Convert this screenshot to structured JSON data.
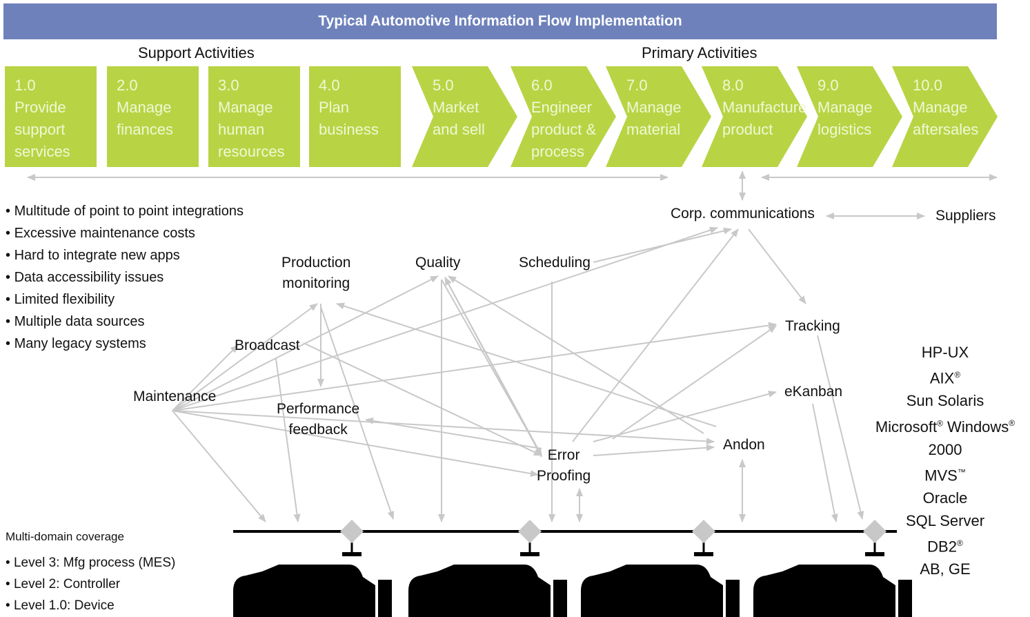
{
  "title": "Typical Automotive Information Flow Implementation",
  "support_label": "Support Activities",
  "primary_label": "Primary Activities",
  "activities": [
    {
      "num": "1.0",
      "text": "Provide\nsupport\nservices"
    },
    {
      "num": "2.0",
      "text": "Manage\nfinances"
    },
    {
      "num": "3.0",
      "text": "Manage\nhuman\nresources"
    },
    {
      "num": "4.0",
      "text": "Plan\nbusiness"
    },
    {
      "num": "5.0",
      "text": "Market\nand sell"
    },
    {
      "num": "6.0",
      "text": "Engineer\nproduct &\nprocess"
    },
    {
      "num": "7.0",
      "text": "Manage\nmaterial"
    },
    {
      "num": "8.0",
      "text": "Manufacture\nproduct"
    },
    {
      "num": "9.0",
      "text": "Manage\nlogistics"
    },
    {
      "num": "10.0",
      "text": "Manage\naftersales"
    }
  ],
  "issues": [
    "Multitude of point to point integrations",
    "Excessive maintenance costs",
    "Hard to integrate new apps",
    "Data accessibility issues",
    "Limited flexibility",
    "Multiple data sources",
    "Many legacy systems"
  ],
  "nodes": {
    "corp": "Corp. communications",
    "suppliers": "Suppliers",
    "prodmon": "Production\nmonitoring",
    "quality": "Quality",
    "scheduling": "Scheduling",
    "tracking": "Tracking",
    "broadcast": "Broadcast",
    "maintenance": "Maintenance",
    "perf": "Performance\nfeedback",
    "ekanban": "eKanban",
    "andon": "Andon",
    "error": "Error\nProofing"
  },
  "platforms": [
    {
      "name": "HP-UX",
      "mark": ""
    },
    {
      "name": "AIX",
      "mark": "®"
    },
    {
      "name": "Sun Solaris",
      "mark": ""
    },
    {
      "name": "Microsoft® Windows",
      "mark": "®"
    },
    {
      "name": "2000",
      "mark": ""
    },
    {
      "name": "MVS",
      "mark": "™"
    },
    {
      "name": "Oracle",
      "mark": ""
    },
    {
      "name": "SQL Server",
      "mark": ""
    },
    {
      "name": "DB2",
      "mark": "®"
    },
    {
      "name": "AB, GE",
      "mark": ""
    }
  ],
  "multidomain_title": "Multi-domain coverage",
  "levels": [
    "Level 3: Mfg process (MES)",
    "Level 2: Controller",
    "Level 1.0: Device"
  ],
  "colors": {
    "header": "#6e81bb",
    "activity": "#b8d444",
    "arrow": "#c8c8c8",
    "diamond": "#c8c8c8"
  }
}
